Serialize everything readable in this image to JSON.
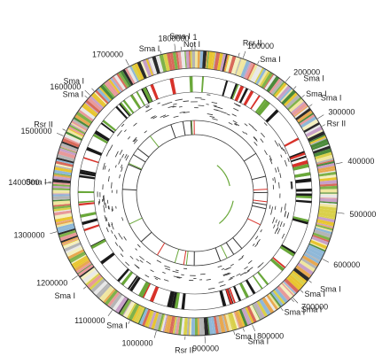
{
  "genome_map": {
    "coordinate_labels": [
      {
        "text": "1",
        "value": 1
      },
      {
        "text": "100000",
        "value": 100000
      },
      {
        "text": "200000",
        "value": 200000
      },
      {
        "text": "300000",
        "value": 300000
      },
      {
        "text": "400000",
        "value": 400000
      },
      {
        "text": "500000",
        "value": 500000
      },
      {
        "text": "600000",
        "value": 600000
      },
      {
        "text": "700000",
        "value": 700000
      },
      {
        "text": "800000",
        "value": 800000
      },
      {
        "text": "900000",
        "value": 900000
      },
      {
        "text": "1000000",
        "value": 1000000
      },
      {
        "text": "1100000",
        "value": 1100000
      },
      {
        "text": "1200000",
        "value": 1200000
      },
      {
        "text": "1300000",
        "value": 1300000
      },
      {
        "text": "1400000",
        "value": 1400000
      },
      {
        "text": "1500000",
        "value": 1500000
      },
      {
        "text": "1600000",
        "value": 1600000
      },
      {
        "text": "1700000",
        "value": 1700000
      },
      {
        "text": "1800000",
        "value": 1800000
      }
    ],
    "restriction_sites": [
      {
        "text": "Not I",
        "value": 1834000
      },
      {
        "text": "Sma I",
        "value": 1812000
      },
      {
        "text": "Sma I",
        "value": 1770000
      },
      {
        "text": "Rsr II",
        "value": 90000
      },
      {
        "text": "Sma I",
        "value": 132000
      },
      {
        "text": "Sma I",
        "value": 222000
      },
      {
        "text": "Sma I",
        "value": 246000
      },
      {
        "text": "Sma I",
        "value": 270000
      },
      {
        "text": "Rsr II",
        "value": 318000
      },
      {
        "text": "Sma I",
        "value": 652000
      },
      {
        "text": "Sma I",
        "value": 678000
      },
      {
        "text": "Sma I",
        "value": 704000
      },
      {
        "text": "Sma I",
        "value": 732000
      },
      {
        "text": "Sma I",
        "value": 820000
      },
      {
        "text": "Sma I",
        "value": 840000
      },
      {
        "text": "Rsr II",
        "value": 940000
      },
      {
        "text": "Sma I",
        "value": 1058000
      },
      {
        "text": "Sma I",
        "value": 1172000
      },
      {
        "text": "Sma I",
        "value": 1402000
      },
      {
        "text": "Rsr II",
        "value": 1512000
      },
      {
        "text": "Sma I",
        "value": 1592000
      },
      {
        "text": "Sma I",
        "value": 1612000
      }
    ],
    "genome_length": 1840000,
    "colors": {
      "ring_line": "#3a3a3a",
      "rrna": "#d8322a",
      "trna": "#6aa83a",
      "black_feature": "#1a1a1a",
      "gene_palette": [
        "#e8c530",
        "#d9d04a",
        "#7fb24a",
        "#4a8a3a",
        "#f0e6a0",
        "#e89a9a",
        "#c8a0c8",
        "#8fb8d8",
        "#e8e8e8",
        "#b5b5b5",
        "#f4f0c0",
        "#d86a5a",
        "#2a2a2a",
        "#e8a850"
      ]
    }
  }
}
